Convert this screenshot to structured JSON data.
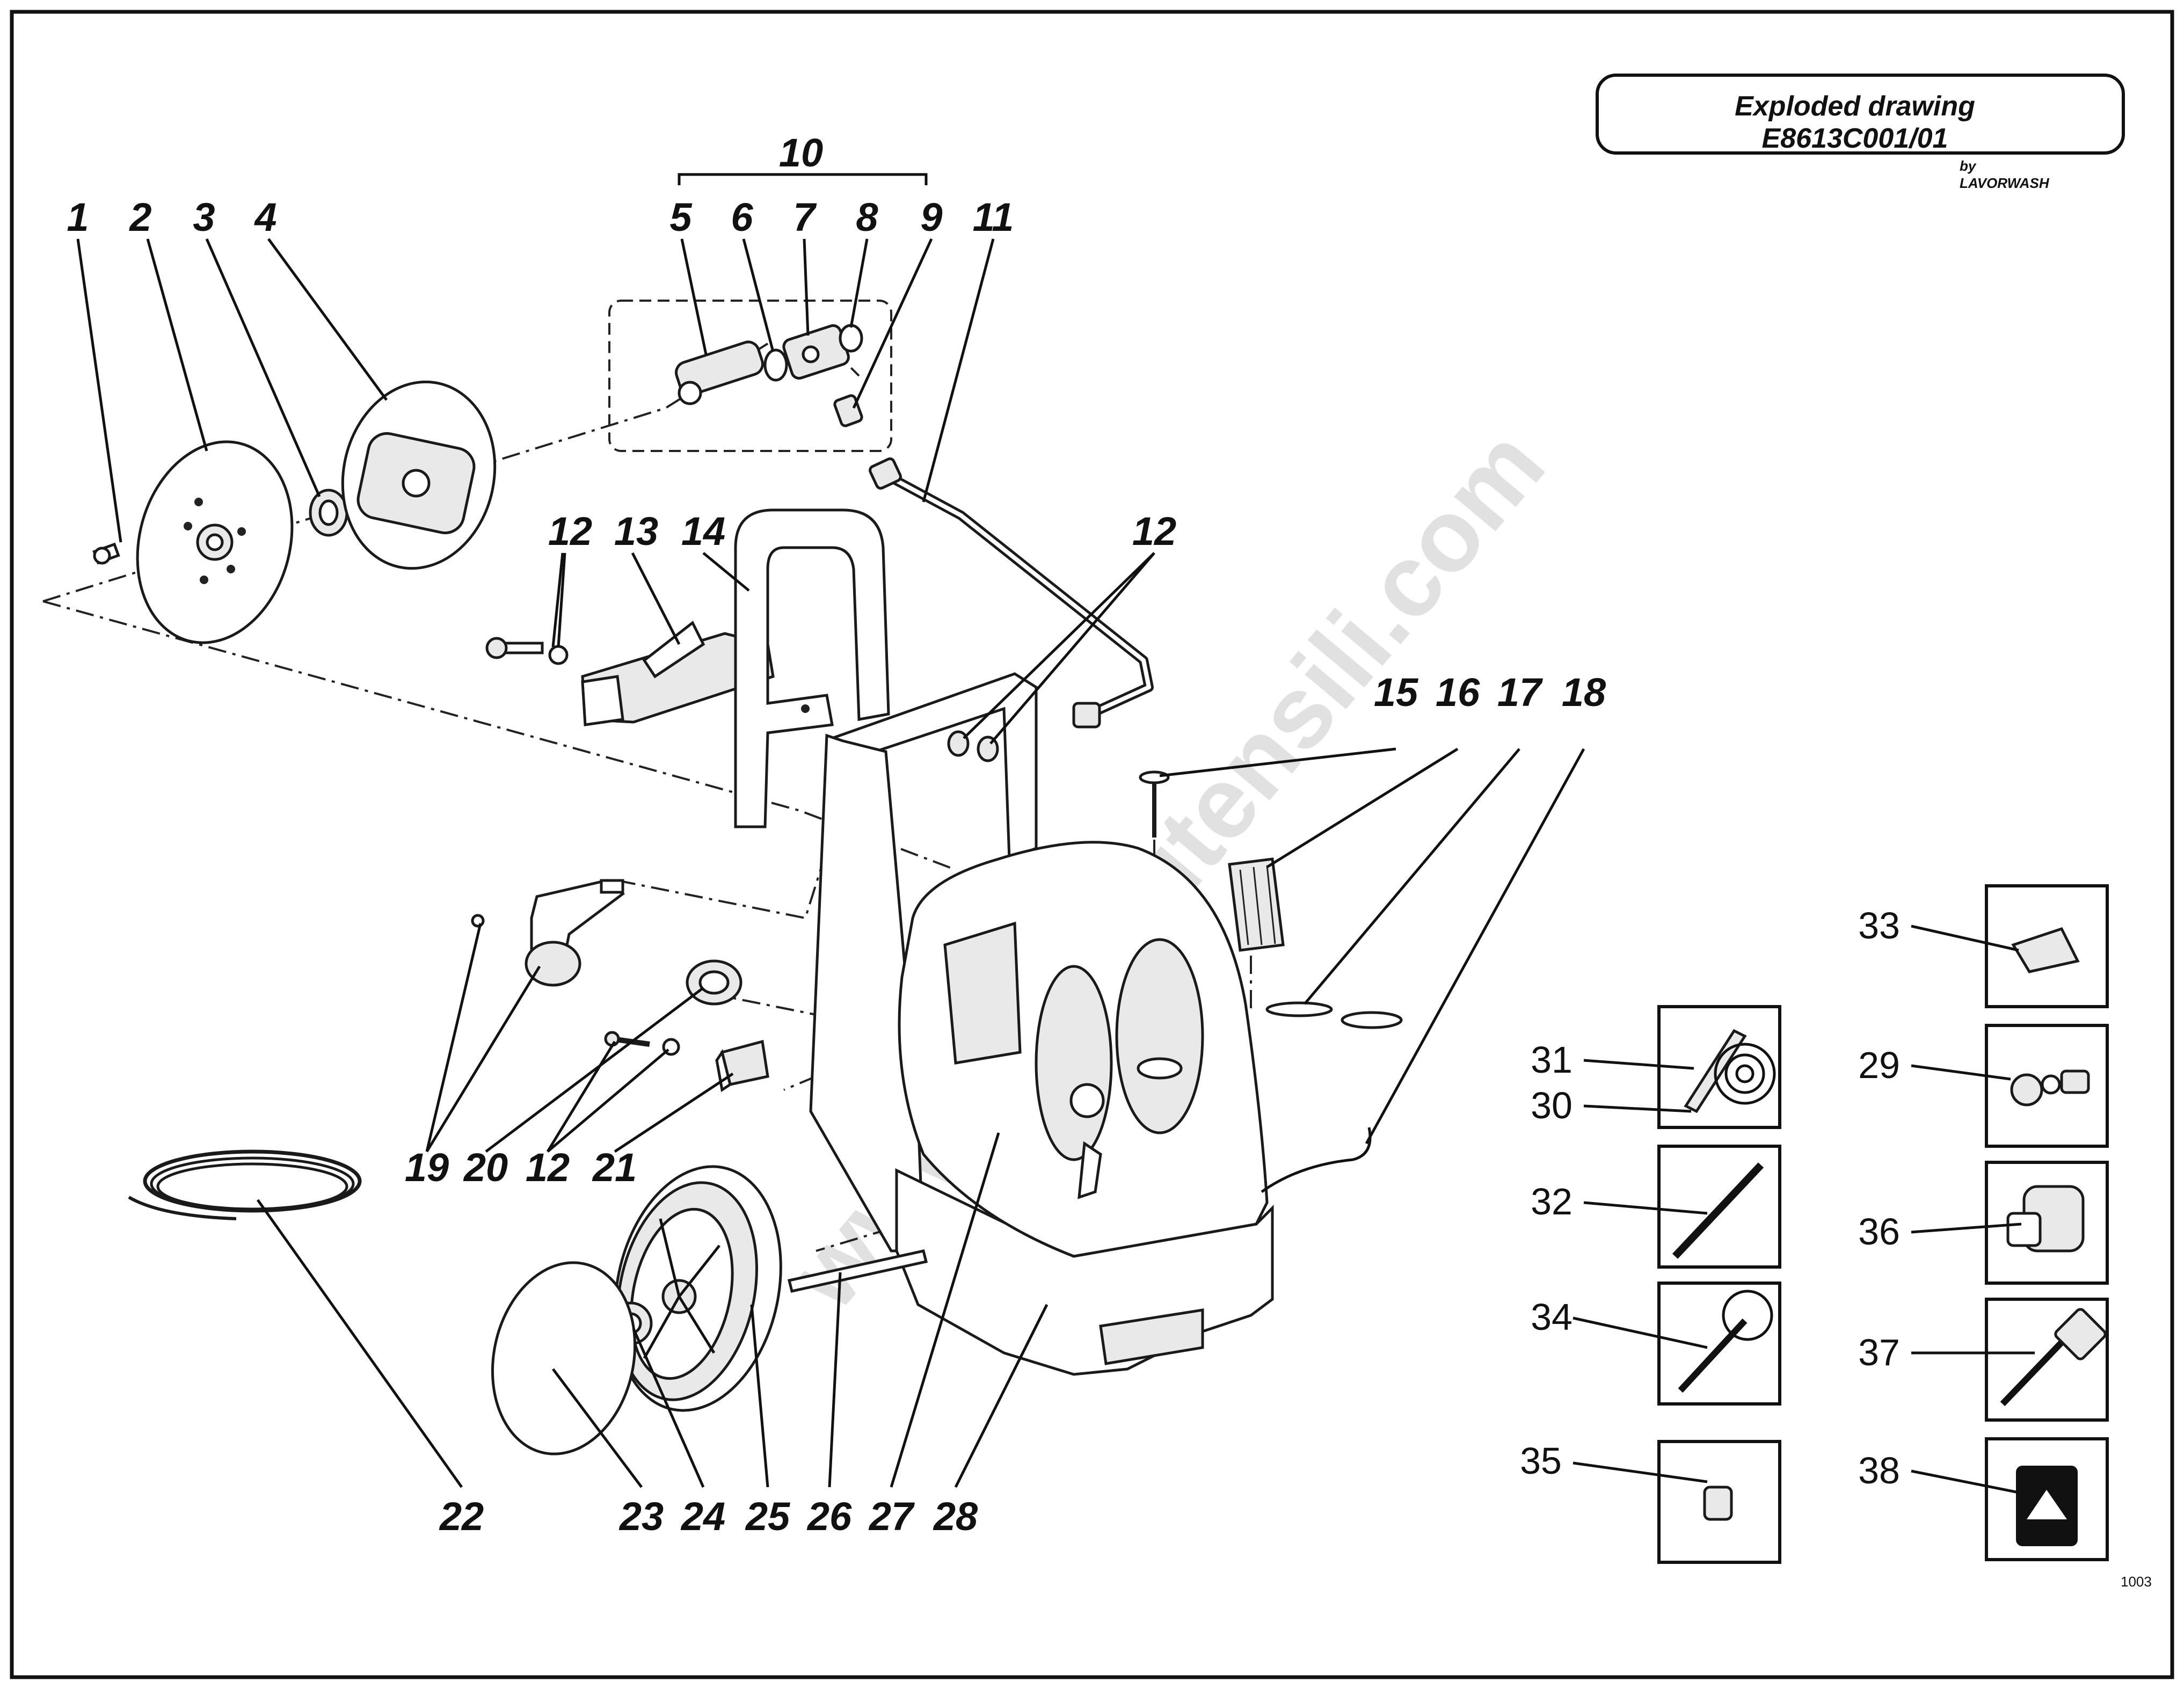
{
  "header": {
    "title": "Exploded drawing",
    "code": "E8613C001/01",
    "by": "by",
    "brand": "LAVORWASH"
  },
  "watermark": "www.bricoutensili.com",
  "page_code": "1003",
  "labels": {
    "n1": "1",
    "n2": "2",
    "n3": "3",
    "n4": "4",
    "n5": "5",
    "n6": "6",
    "n7": "7",
    "n8": "8",
    "n9": "9",
    "n10": "10",
    "n11": "11",
    "n12a": "12",
    "n12b": "12",
    "n12c": "12",
    "n13": "13",
    "n14": "14",
    "n15": "15",
    "n16": "16",
    "n17": "17",
    "n18": "18",
    "n19": "19",
    "n20": "20",
    "n21": "21",
    "n22": "22",
    "n23": "23",
    "n24": "24",
    "n25": "25",
    "n26": "26",
    "n27": "27",
    "n28": "28"
  },
  "accessories": {
    "a31": "31",
    "a30": "30",
    "a32": "32",
    "a34": "34",
    "a35": "35",
    "a33": "33",
    "a29": "29",
    "a36": "36",
    "a37": "37",
    "a38": "38"
  }
}
